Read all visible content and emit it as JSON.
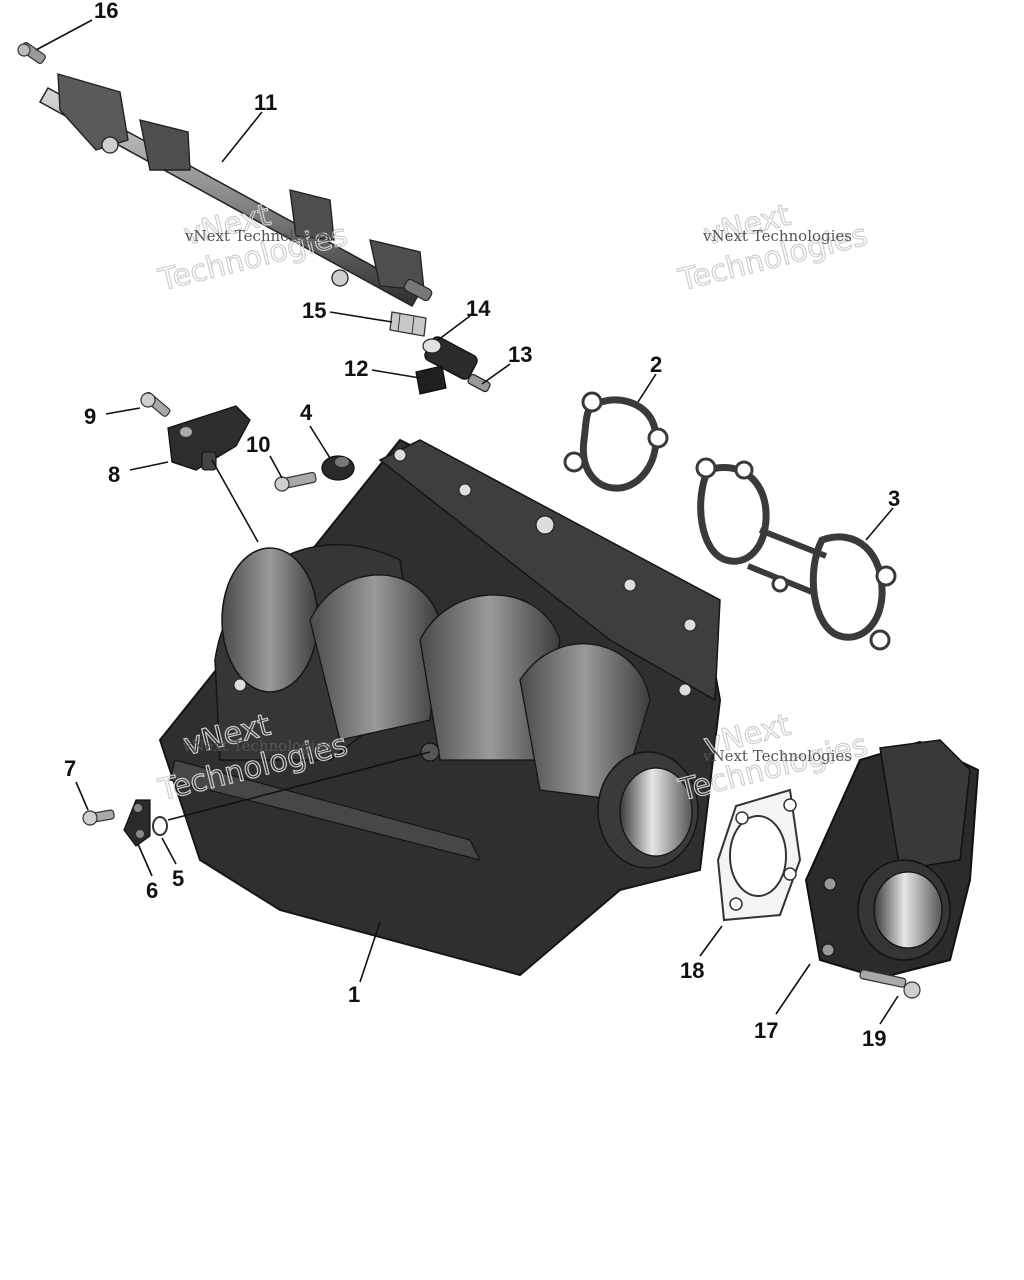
{
  "callouts": {
    "c1": "1",
    "c2": "2",
    "c3": "3",
    "c4": "4",
    "c5": "5",
    "c6": "6",
    "c7": "7",
    "c8": "8",
    "c9": "9",
    "c10": "10",
    "c11": "11",
    "c12": "12",
    "c13": "13",
    "c14": "14",
    "c15": "15",
    "c16": "16",
    "c17": "17",
    "c18": "18",
    "c19": "19"
  },
  "watermarks": {
    "w1_small": "vNext Technologies",
    "w1_big_a": "vNext",
    "w1_big_b": "Technologies",
    "w2_small": "vNext Technologies",
    "w2_big_a": "vNext",
    "w2_big_b": "Technologies",
    "w3_small": "vNext Technologies",
    "w3_big_a": "vNext",
    "w3_big_b": "Technologies",
    "w4_small": "vNext Technologies",
    "w4_big_a": "vNext",
    "w4_big_b": "Technologies"
  },
  "colors": {
    "part_dark": "#2f2f2f",
    "part_mid": "#6a6a6a",
    "part_light": "#b8b8b8",
    "gasket": "#3a3a3a"
  }
}
